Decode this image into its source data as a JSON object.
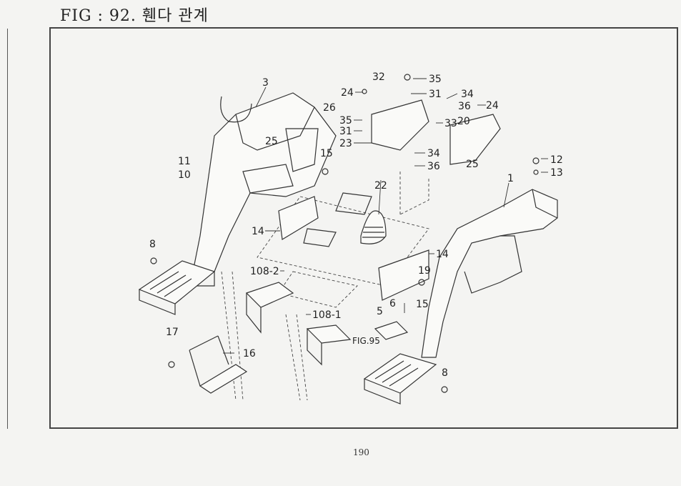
{
  "header": {
    "title": "FIG : 92. 휀다 관계"
  },
  "callouts": {
    "c1": "1",
    "c3": "3",
    "c5": "5",
    "c6": "6",
    "c8a": "8",
    "c8b": "8",
    "c10": "10",
    "c11": "11",
    "c12": "12",
    "c13": "13",
    "c14a": "14",
    "c14b": "14",
    "c15a": "15",
    "c15b": "15",
    "c16": "16",
    "c17": "17",
    "c19": "19",
    "c20": "20",
    "c22": "22",
    "c23": "23",
    "c24a": "24",
    "c24b": "24",
    "c25a": "25",
    "c25b": "25",
    "c26": "26",
    "c31a": "31",
    "c31b": "31",
    "c32": "32",
    "c33": "33",
    "c34a": "34",
    "c34b": "34",
    "c35a": "35",
    "c35b": "35",
    "c36a": "36",
    "c36b": "36",
    "c108_1": "108-1",
    "c108_2": "108-2",
    "fig95": "FIG.95"
  },
  "footer": {
    "page_number": "190"
  }
}
